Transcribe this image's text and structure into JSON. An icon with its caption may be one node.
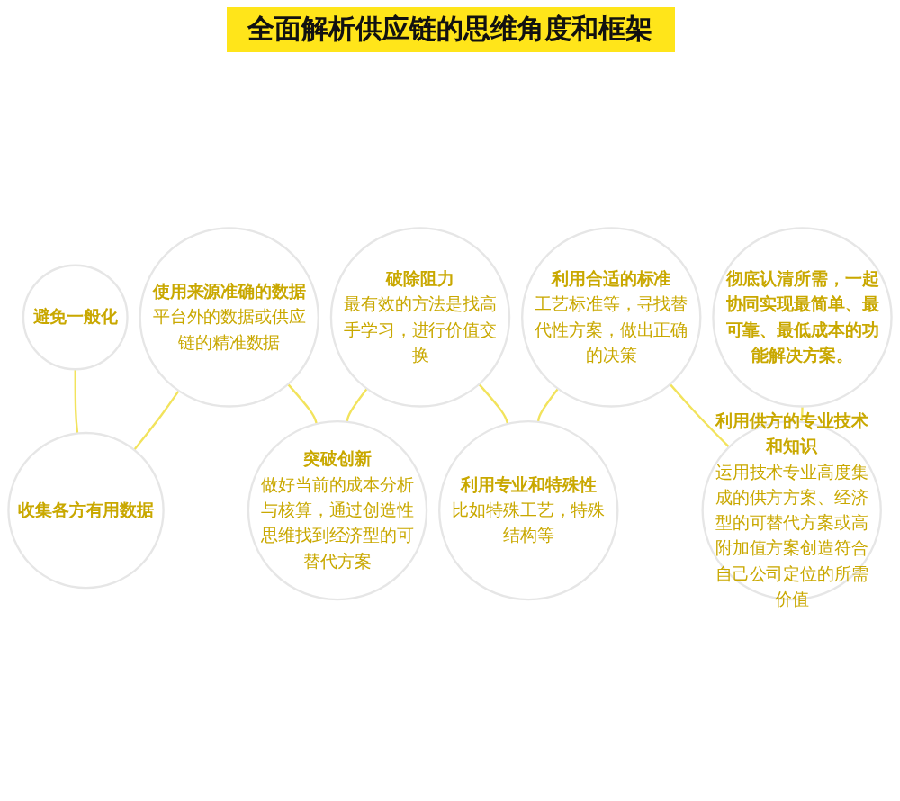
{
  "diagram": {
    "title": "全面解析供应链的思维角度和框架",
    "nodes": [
      {
        "text": [
          "避免一般化"
        ]
      },
      {
        "text": [
          "收集各方有用数据"
        ]
      },
      {
        "text": [
          "使用来源准确的数据",
          "平台外的数据或供应链的精准数据"
        ]
      },
      {
        "text": [
          "破除阻力",
          "最有效的方法是找高手学习，进行价值交换"
        ]
      },
      {
        "text": [
          "突破创新",
          "做好当前的成本分析与核算，通过创造性思维找到经济型的可替代方案"
        ]
      },
      {
        "text": [
          "利用专业和特殊性",
          "比如特殊工艺，特殊结构等"
        ]
      },
      {
        "text": [
          "利用合适的标准",
          "工艺标准等，寻找替代性方案，做出正确的决策"
        ]
      },
      {
        "text": [
          "利用供方的专业技术和知识",
          "运用技术专业高度集成的供方方案、经济型的可替代方案或高附加值方案创造符合自己公司定位的所需价值"
        ]
      },
      {
        "text": [
          "彻底认清所需，一起协同实现最简单、最可靠、最低成本的功能解决方案。"
        ]
      }
    ],
    "edges": [
      {
        "from": 0,
        "to": 1,
        "arrow": "none"
      },
      {
        "from": 1,
        "to": 2,
        "arrow": "none"
      },
      {
        "from": 2,
        "to": 4,
        "arrow": "none"
      },
      {
        "from": 4,
        "to": 3,
        "arrow": "none"
      },
      {
        "from": 3,
        "to": 5,
        "arrow": "none"
      },
      {
        "from": 5,
        "to": 6,
        "arrow": "none"
      },
      {
        "from": 6,
        "to": 7,
        "arrow": "none"
      },
      {
        "from": 7,
        "to": 8,
        "arrow": "none"
      }
    ]
  }
}
